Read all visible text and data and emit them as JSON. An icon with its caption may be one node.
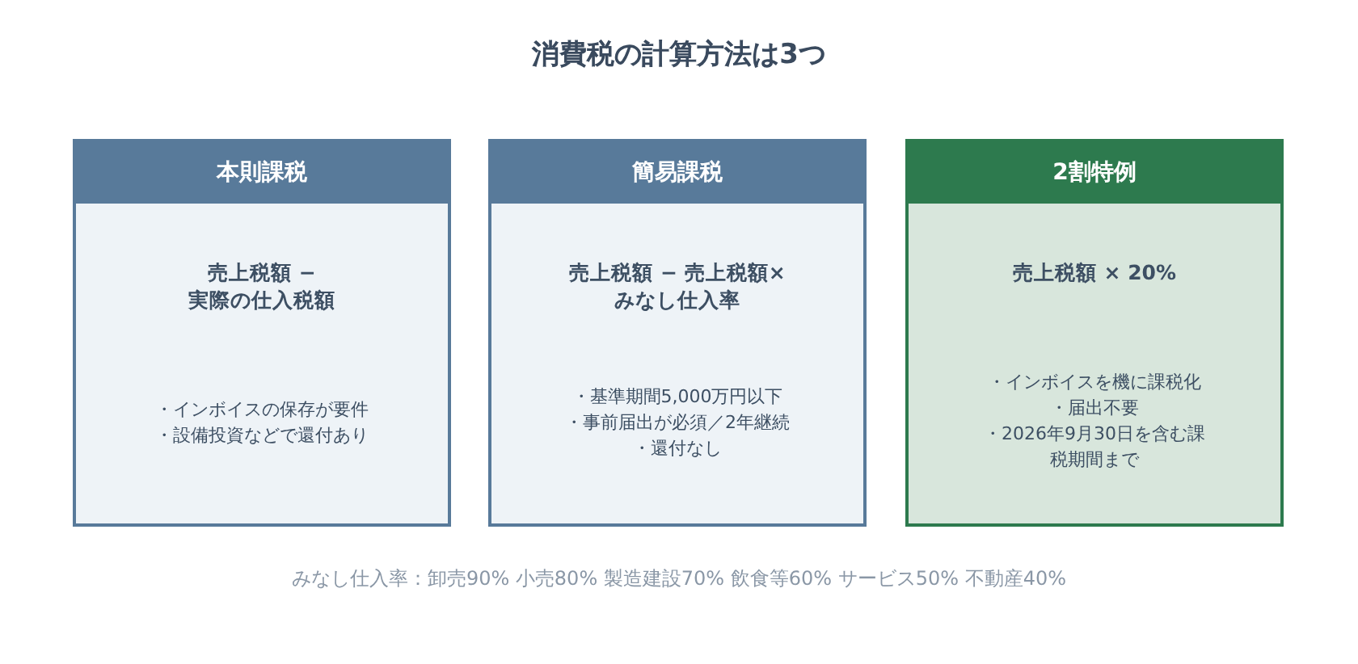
{
  "diagram": {
    "title": "消費税の計算方法は3つ",
    "nodes": [
      {
        "text": [
          "本則課税",
          "売上税額 − 実際の仕入税額",
          "・インボイスの保存が要件",
          "・設備投資などで還付あり"
        ]
      },
      {
        "text": [
          "簡易課税",
          "売上税額 − 売上税額×みなし仕入率",
          "・基準期間5,000万円以下",
          "・事前届出が必須／2年継続",
          "・還付なし"
        ]
      },
      {
        "text": [
          "2割特例",
          "売上税額 × 20%",
          "・インボイスを機に課税化",
          "・届出不要",
          "・2026年9月30日を含む課税期間まで"
        ]
      }
    ],
    "labels": [
      "みなし仕入率：卸売90% 小売80% 製造建設70% 飲食等60% サービス50% 不動産40%"
    ]
  }
}
